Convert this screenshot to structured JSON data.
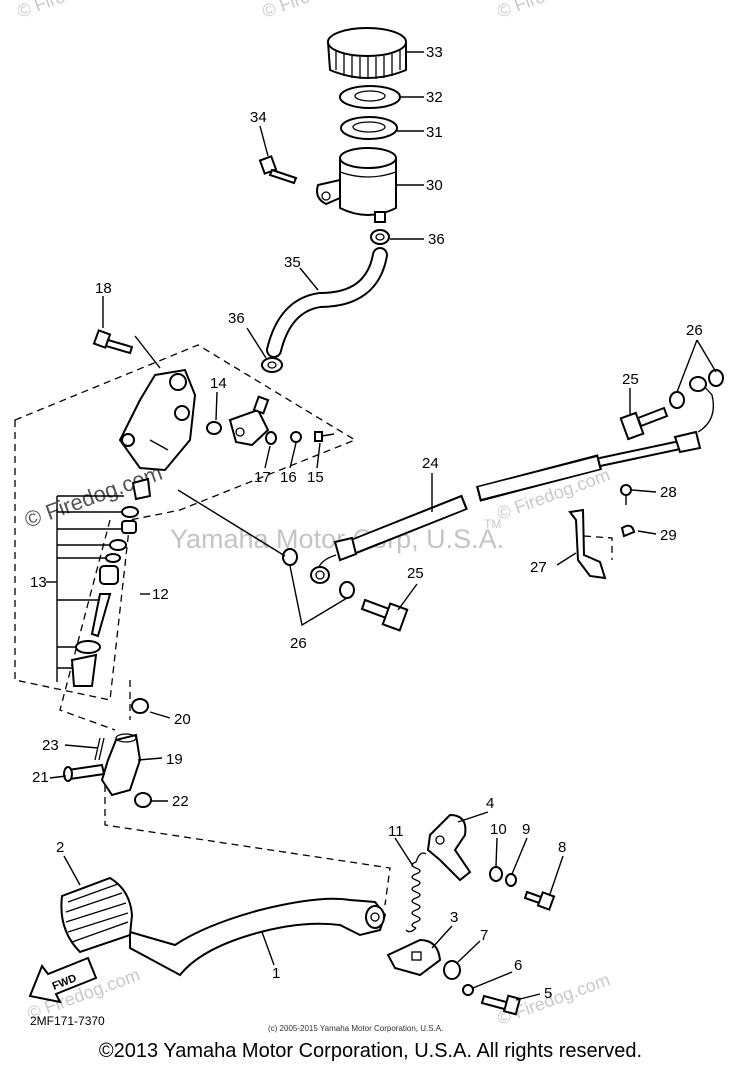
{
  "diagram": {
    "watermark_corner": "© Firedog.com",
    "watermark_left": "© Firedog.com",
    "watermark_center": "Yamaha Motor Corp, U.S.A.",
    "watermark_tm": "TM",
    "fwd_label": "FWD",
    "diagram_code": "2MF171-7370",
    "small_copyright": "(c) 2005-2015 Yamaha Motor Corporation, U.S.A.",
    "part_labels": {
      "p1": "1",
      "p2": "2",
      "p3": "3",
      "p4": "4",
      "p5": "5",
      "p6": "6",
      "p7": "7",
      "p8": "8",
      "p9": "9",
      "p10": "10",
      "p11": "11",
      "p12": "12",
      "p13": "13",
      "p14": "14",
      "p15": "15",
      "p16": "16",
      "p17": "17",
      "p18": "18",
      "p19": "19",
      "p20": "20",
      "p21": "21",
      "p22": "22",
      "p23": "23",
      "p24": "24",
      "p25a": "25",
      "p25b": "25",
      "p26a": "26",
      "p26b": "26",
      "p27": "27",
      "p28": "28",
      "p29": "29",
      "p30": "30",
      "p31": "31",
      "p32": "32",
      "p33": "33",
      "p34": "34",
      "p35": "35",
      "p36a": "36",
      "p36b": "36"
    }
  },
  "footer": {
    "copyright": "©2013 Yamaha Motor Corporation, U.S.A. All rights reserved."
  }
}
